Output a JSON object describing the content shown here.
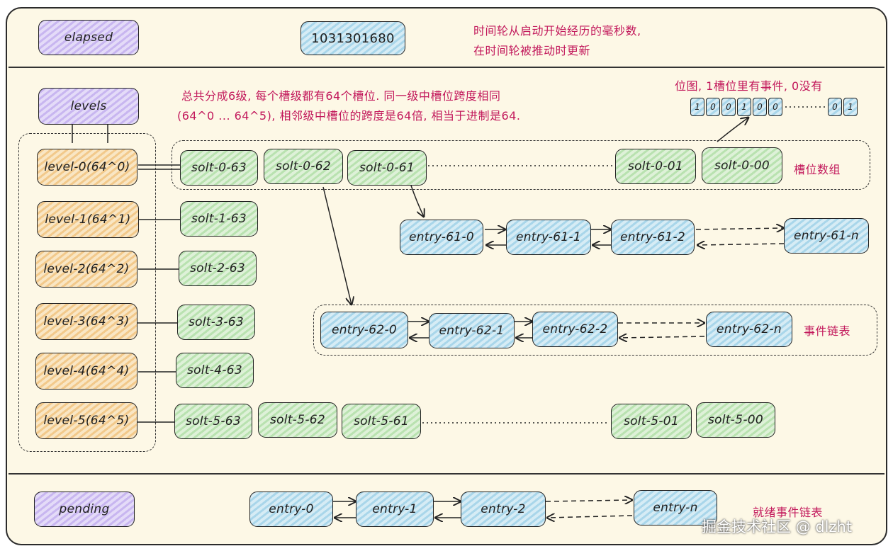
{
  "header": {
    "elapsed_label": "elapsed",
    "elapsed_value": "1031301680",
    "note_line1": "时间轮从启动开始经历的毫秒数,",
    "note_line2": "在时间轮被推动时更新"
  },
  "levels": {
    "label": "levels",
    "note_line1": "总共分成6级, 每个槽级都有64个槽位. 同一级中槽位跨度相同",
    "note_line2": "(64^0 ... 64^5), 相邻级中槽位的跨度是64倍, 相当于进制是64.",
    "items": [
      "level-0(64^0)",
      "level-1(64^1)",
      "level-2(64^2)",
      "level-3(64^3)",
      "level-4(64^4)",
      "level-5(64^5)"
    ]
  },
  "bitmap": {
    "note": "位图, 1槽位里有事件, 0没有",
    "bits": [
      "1",
      "0",
      "0",
      "1",
      "0",
      "0",
      "0",
      "1"
    ]
  },
  "slots": {
    "row0": [
      "solt-0-63",
      "solt-0-62",
      "solt-0-61",
      "solt-0-01",
      "solt-0-00"
    ],
    "row1": "solt-1-63",
    "row2": "solt-2-63",
    "row3": "solt-3-63",
    "row4": "solt-4-63",
    "row5": [
      "solt-5-63",
      "solt-5-62",
      "solt-5-61",
      "solt-5-01",
      "solt-5-00"
    ],
    "array_note": "槽位数组"
  },
  "entries61": [
    "entry-61-0",
    "entry-61-1",
    "entry-61-2",
    "entry-61-n"
  ],
  "entries62": [
    "entry-62-0",
    "entry-62-1",
    "entry-62-2",
    "entry-62-n"
  ],
  "list_note": "事件链表",
  "pending": {
    "label": "pending",
    "entries": [
      "entry-0",
      "entry-1",
      "entry-2",
      "entry-n"
    ],
    "note": "就绪事件链表"
  },
  "watermark": "掘金技术社区 @ dlzht",
  "colors": {
    "purple": "#c8b6f0",
    "blue": "#a9d6ea",
    "orange": "#f2c98b",
    "green": "#b9e2b0",
    "note": "#c2185b"
  }
}
